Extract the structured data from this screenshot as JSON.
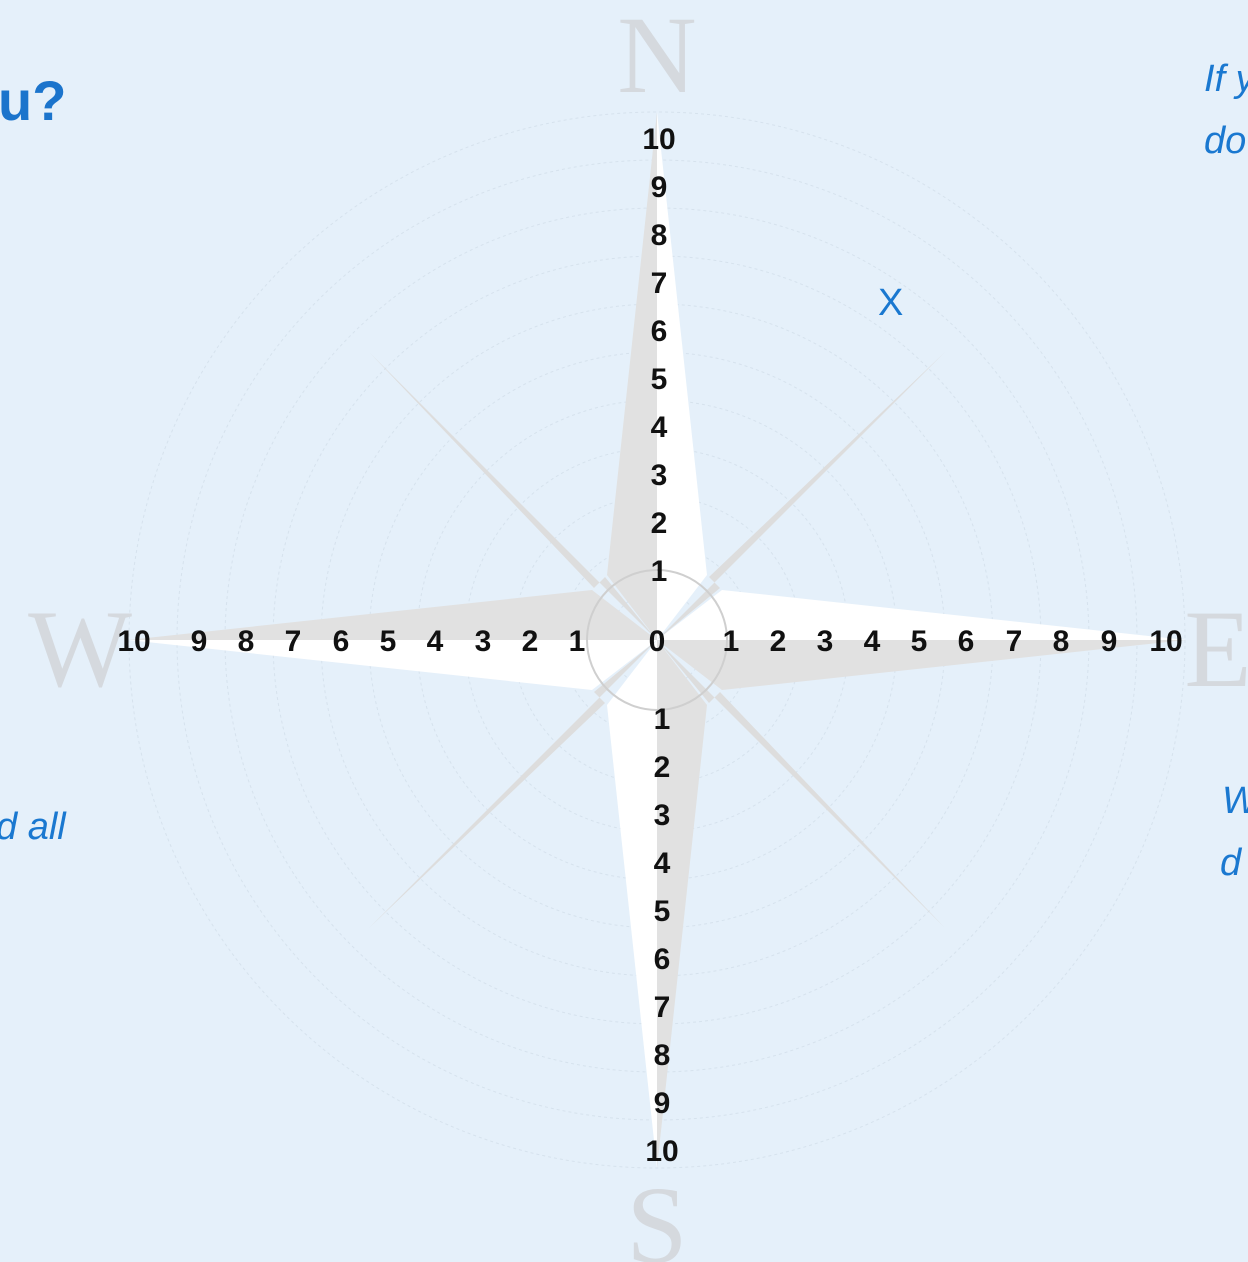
{
  "title_fragment": "u?",
  "notes": {
    "ne_line1": "If y",
    "ne_line2": "do",
    "w_line1": "d all",
    "se_line1": "W",
    "se_line2": "d"
  },
  "cardinal": {
    "n": "N",
    "e": "E",
    "s": "S",
    "w": "W"
  },
  "scale": {
    "center": "0",
    "north": [
      "1",
      "2",
      "3",
      "4",
      "5",
      "6",
      "7",
      "8",
      "9",
      "10"
    ],
    "south": [
      "1",
      "2",
      "3",
      "4",
      "5",
      "6",
      "7",
      "8",
      "9",
      "10"
    ],
    "east": [
      "1",
      "2",
      "3",
      "4",
      "5",
      "6",
      "7",
      "8",
      "9",
      "10"
    ],
    "west": [
      "1",
      "2",
      "3",
      "4",
      "5",
      "6",
      "7",
      "8",
      "9",
      "10"
    ]
  },
  "marker": {
    "label": "X",
    "direction": "north-east"
  },
  "colors": {
    "background": "#e5f0fa",
    "accent_text": "#1a78d0",
    "rose_fill": "#ffffff",
    "rose_shadow": "#dcdcdc",
    "letters": "#d5d9de"
  }
}
